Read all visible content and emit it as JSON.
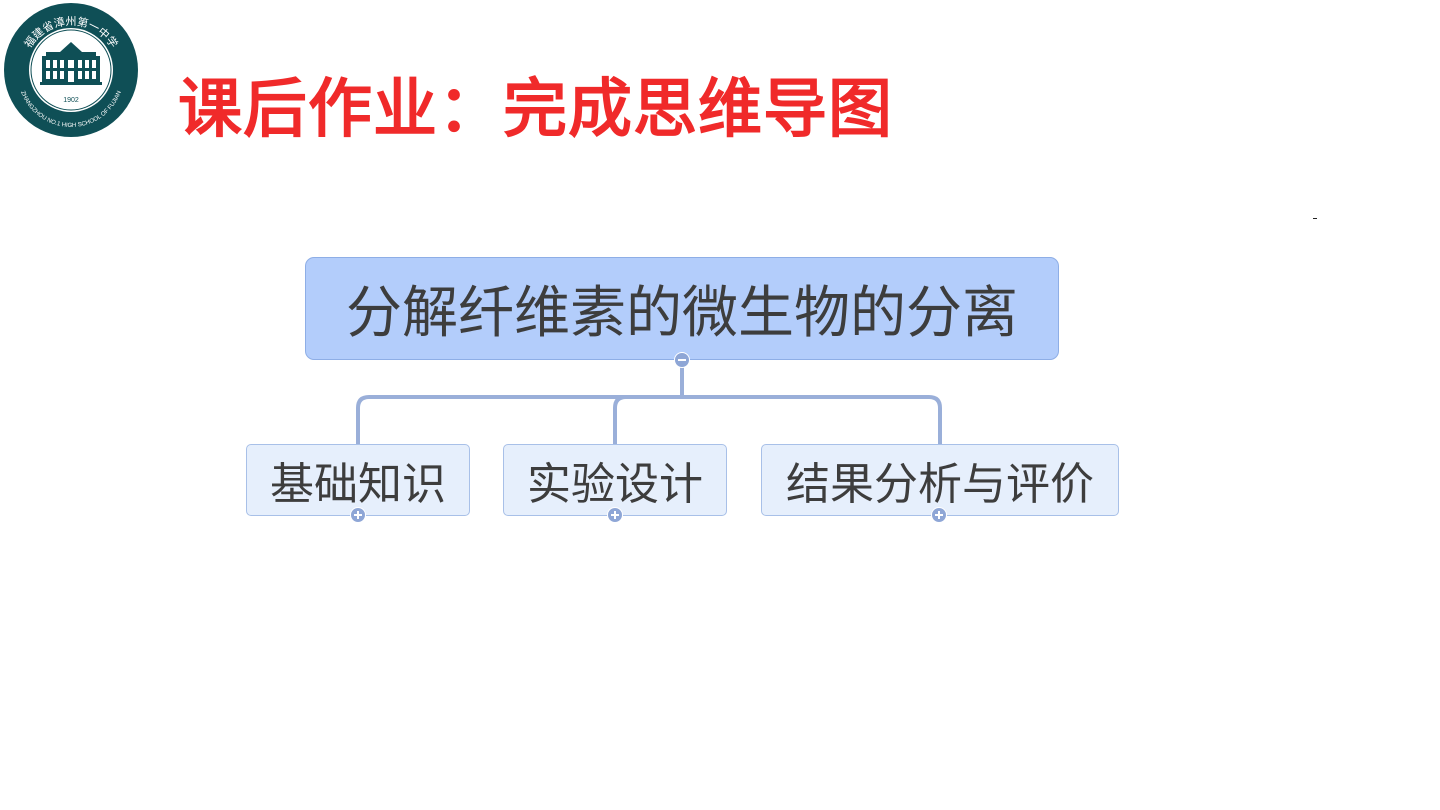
{
  "slide": {
    "title": "课后作业：完成思维导图",
    "stray_mark": "-"
  },
  "logo": {
    "arc_text": "福建省漳州第一中学",
    "english_text": "ZHANGZHOU NO.1 HIGH SCHOOL OF FUJIAN",
    "year": "1902",
    "colors": {
      "ring": "#0f4f56",
      "inner": "#ffffff"
    }
  },
  "mindmap": {
    "root": {
      "label": "分解纤维素的微生物的分离",
      "toggle": "collapse-icon"
    },
    "children": [
      {
        "label": "基础知识",
        "toggle": "expand-icon"
      },
      {
        "label": "实验设计",
        "toggle": "expand-icon"
      },
      {
        "label": "结果分析与评价",
        "toggle": "expand-icon"
      }
    ],
    "colors": {
      "root_fill": "#b3cdfb",
      "child_fill": "#e6effc",
      "connector": "#9aafd9",
      "title": "#f02a2a"
    }
  }
}
